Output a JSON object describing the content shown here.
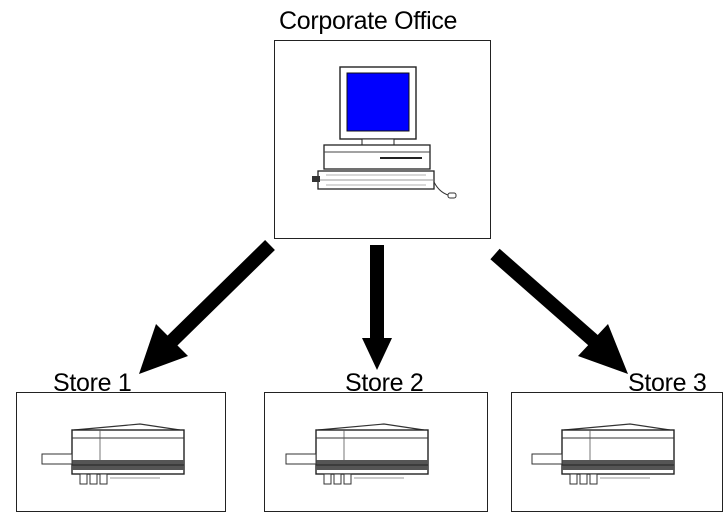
{
  "diagram": {
    "root": {
      "label": "Corporate Office",
      "device": "desktop-computer"
    },
    "children": [
      {
        "label": "Store 1",
        "device": "cash-register"
      },
      {
        "label": "Store 2",
        "device": "cash-register"
      },
      {
        "label": "Store 3",
        "device": "cash-register"
      }
    ],
    "colors": {
      "monitor_screen": "#0000ff",
      "arrows": "#000000",
      "lines": "#222222"
    }
  }
}
